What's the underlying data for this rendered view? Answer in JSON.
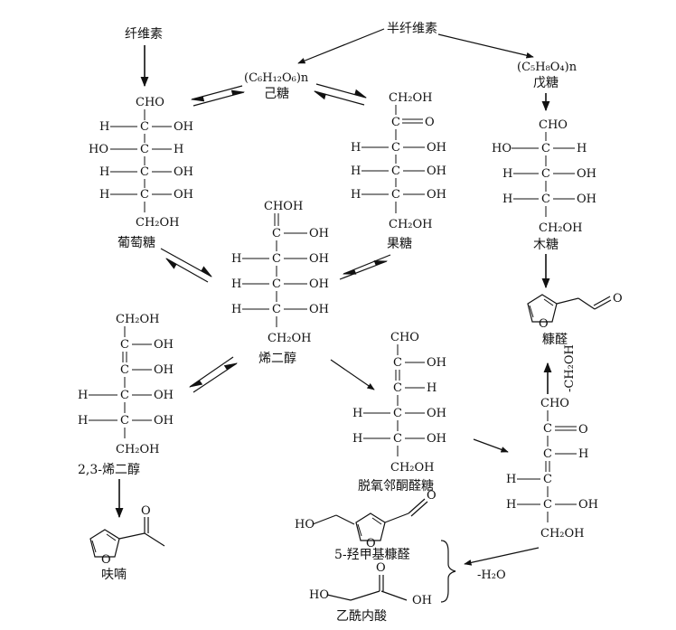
{
  "nodes": {
    "cellulose": "纤维素",
    "hemicellulose": "半纤维素",
    "hexose_formula": "(C₆H₁₂O₆)n",
    "hexose": "己糖",
    "pentose_formula": "(C₅H₈O₄)n",
    "pentose": "戊糖",
    "glucose": "葡萄糖",
    "fructose": "果糖",
    "xylose": "木糖",
    "enediol": "烯二醇",
    "enediol23": "2,3-烯二醇",
    "deoxyosone": "脱氧邻酮醛糖",
    "furfural": "糠醛",
    "furan": "呋喃",
    "hmf": "5-羟甲基糠醛",
    "glycolic": "乙酰内酸"
  },
  "groups": {
    "CHO": "CHO",
    "CH2OH": "CH₂OH",
    "CHOH": "CHOH",
    "OH": "OH",
    "HO": "HO",
    "H": "H",
    "C": "C",
    "O": "O"
  },
  "annotations": {
    "minus_h2o": "-H₂O",
    "minus_ch2oh": "-CH₂OH"
  }
}
